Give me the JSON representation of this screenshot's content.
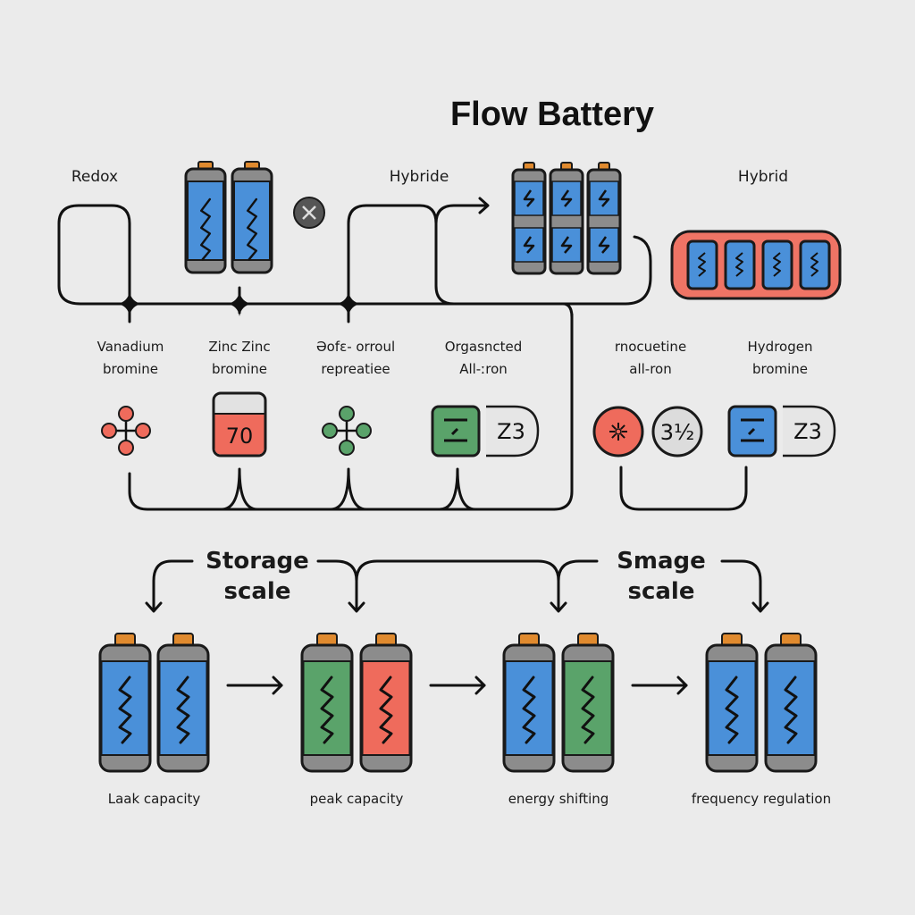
{
  "title": "Flow Battery",
  "categories": {
    "redox": "Redox",
    "hybride": "Hybride",
    "hybrid": "Hybrid"
  },
  "chemistries": [
    {
      "line1": "Vanadium",
      "line2": "bromine",
      "icon": "molecule-icon",
      "color": "#ef6b5c"
    },
    {
      "line1": "Zinc Zinc",
      "line2": "bromine",
      "icon": "tank-level-icon",
      "color": "#ef6b5c",
      "value": "70"
    },
    {
      "line1": "Əofε- orroul",
      "line2": "repreatiee",
      "icon": "molecule-icon",
      "color": "#5aa36a"
    },
    {
      "line1": "Orgasncted",
      "line2": "All-ːron",
      "icon": "cell-icon",
      "color": "#5aa36a",
      "badge": "Z3"
    },
    {
      "line1": "rnocuetine",
      "line2": "all-ron",
      "icon": "sun-icon",
      "color": "#ef6b5c",
      "badge": "3½"
    },
    {
      "line1": "Hydrogen",
      "line2": "bromine",
      "icon": "cell-icon",
      "color": "#4a90d9",
      "badge": "Z3"
    }
  ],
  "scales": [
    {
      "line1": "Storage",
      "line2": "scale"
    },
    {
      "line1": "Smage",
      "line2": "scale"
    }
  ],
  "applications": [
    {
      "label": "Laak capacity",
      "colors": [
        "#4a90d9",
        "#4a90d9"
      ]
    },
    {
      "label": "peak capacity",
      "colors": [
        "#5aa36a",
        "#ef6b5c"
      ]
    },
    {
      "label": "energy shifting",
      "colors": [
        "#4a90d9",
        "#5aa36a"
      ]
    },
    {
      "label": "frequency regulation",
      "colors": [
        "#4a90d9",
        "#4a90d9"
      ]
    }
  ],
  "colors": {
    "background": "#ebebeb",
    "blue": "#4a90d9",
    "green": "#5aa36a",
    "red": "#ef6b5c",
    "gray": "#8c8c8c",
    "cap": "#e08a2e"
  }
}
